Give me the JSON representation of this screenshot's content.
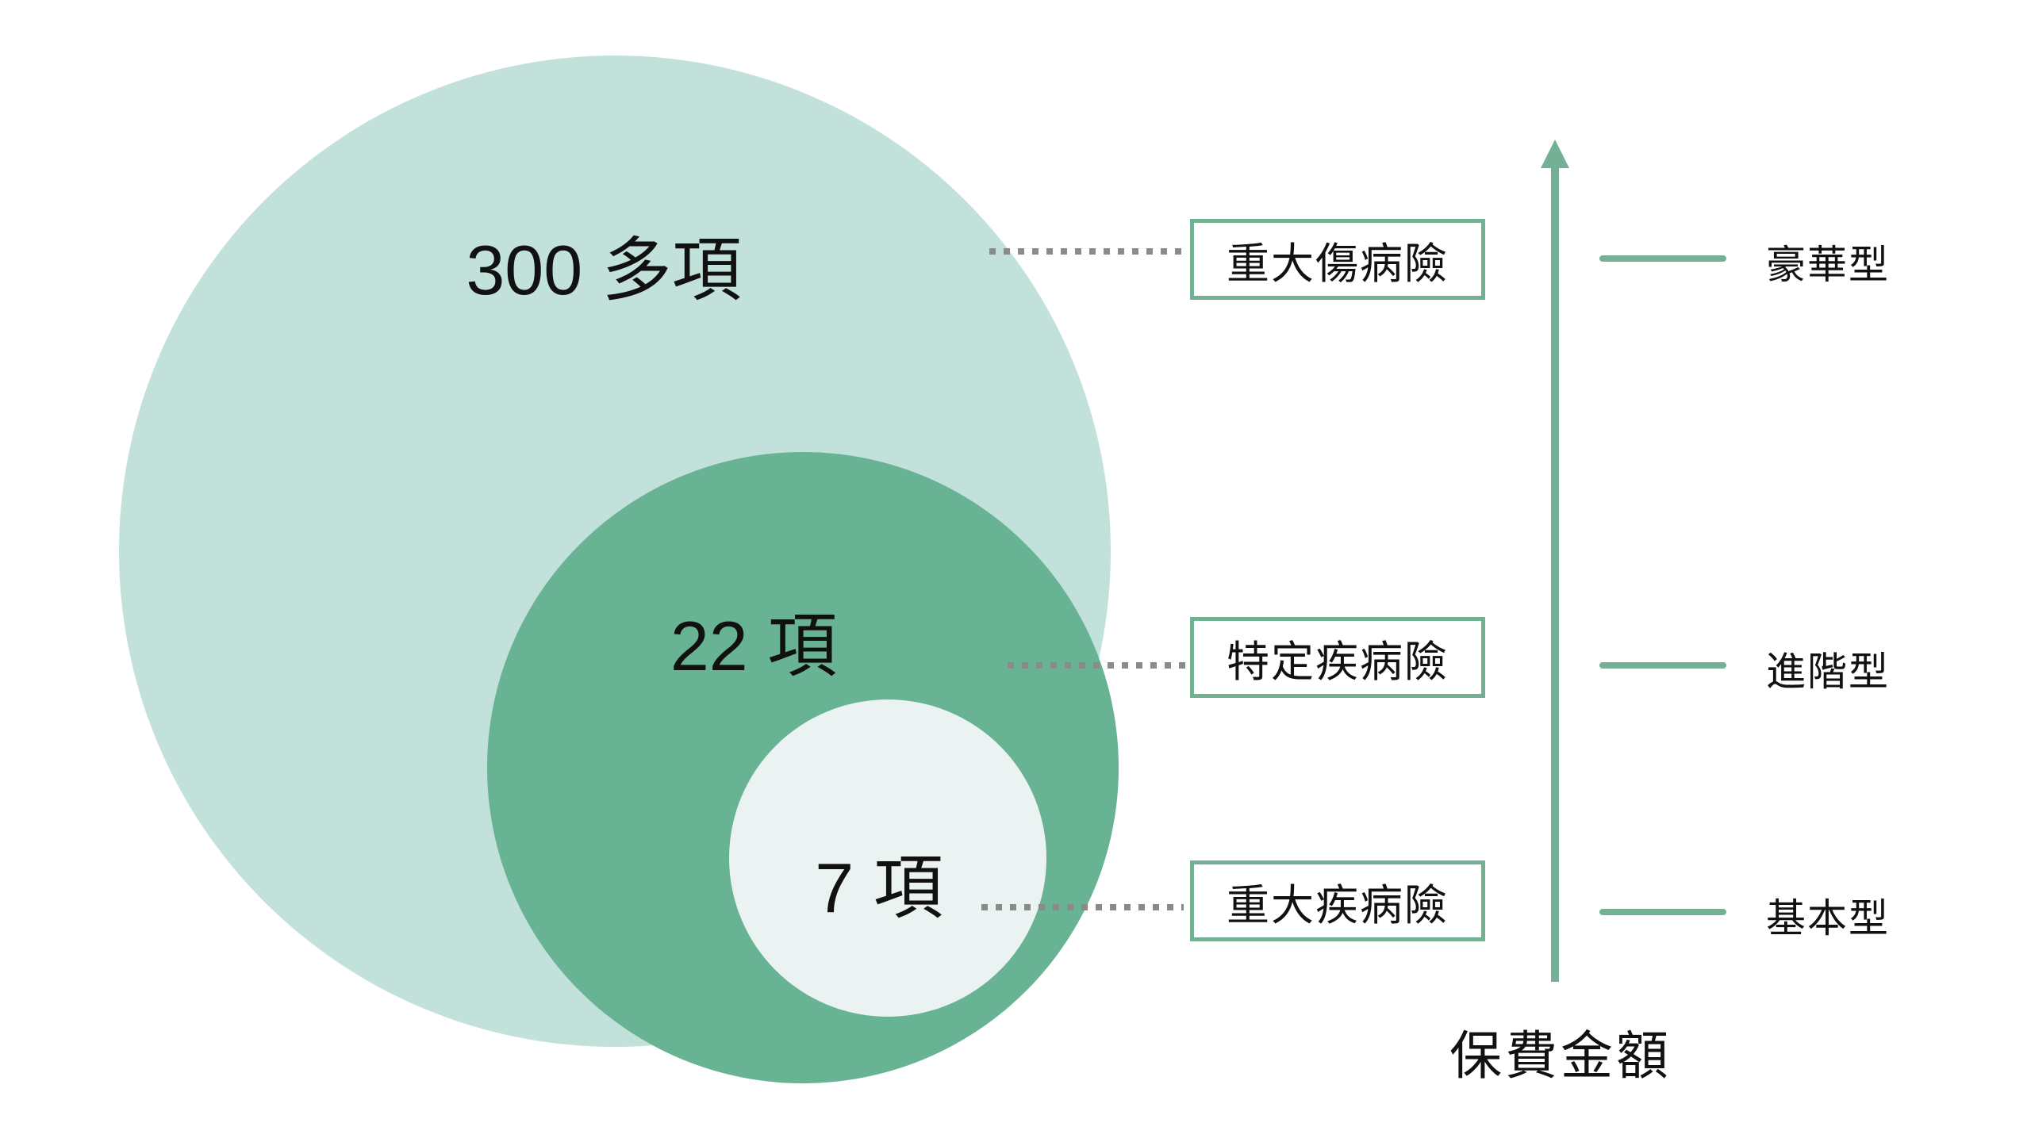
{
  "diagram": {
    "type": "nested-circles",
    "description_visible_text_only": true,
    "items": [
      {
        "count": "300 多項",
        "label": "重大傷病險",
        "tier": "豪華型"
      },
      {
        "count": "22 項",
        "label": "特定疾病險",
        "tier": "進階型"
      },
      {
        "count": "7 項",
        "label": "重大疾病險",
        "tier": "基本型"
      }
    ],
    "axis": {
      "title": "保費金額",
      "direction": "up"
    },
    "colors": {
      "outer_circle": "#c1e1da",
      "middle_circle": "#67b394",
      "inner_circle": "#eaf3f2",
      "accent_green": "#72af93",
      "arrow_green": "#74b096",
      "dotted_gray": "#8a8a8a",
      "text": "#111111",
      "background": "#ffffff"
    }
  }
}
